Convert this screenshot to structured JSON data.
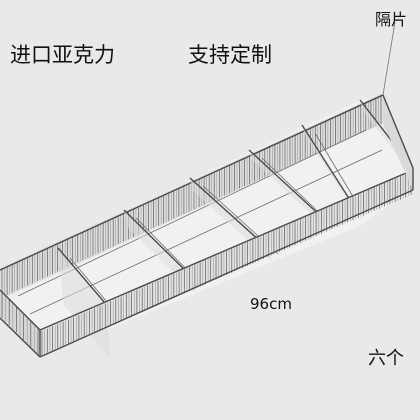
{
  "labels": {
    "title_left": "进口亚克力",
    "title_right": "支持定制",
    "callout_divider": "隔片",
    "length": "96cm",
    "count_partial": "六个"
  }
}
